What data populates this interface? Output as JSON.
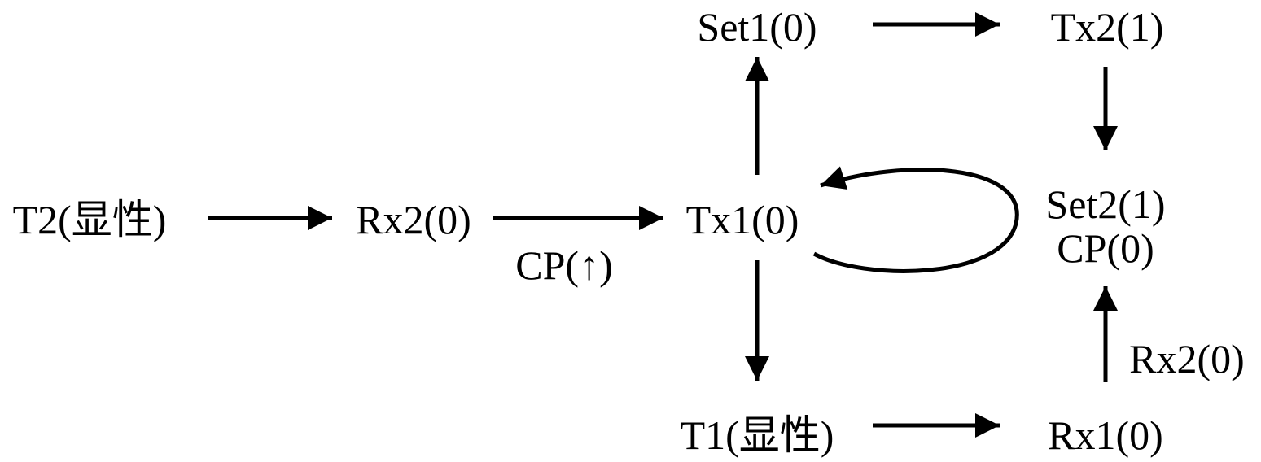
{
  "nodes": {
    "set1": "Set1(0)",
    "tx2": "Tx2(1)",
    "t2": "T2(显性)",
    "rx2_left": "Rx2(0)",
    "tx1": "Tx1(0)",
    "set2": "Set2(1)",
    "cp0": "CP(0)",
    "t1": "T1(显性)",
    "rx1": "Rx1(0)"
  },
  "edge_labels": {
    "cp_rise": "CP(↑)",
    "rx2_right": "Rx2(0)"
  },
  "colors": {
    "ink": "#000000",
    "background": "#ffffff"
  }
}
